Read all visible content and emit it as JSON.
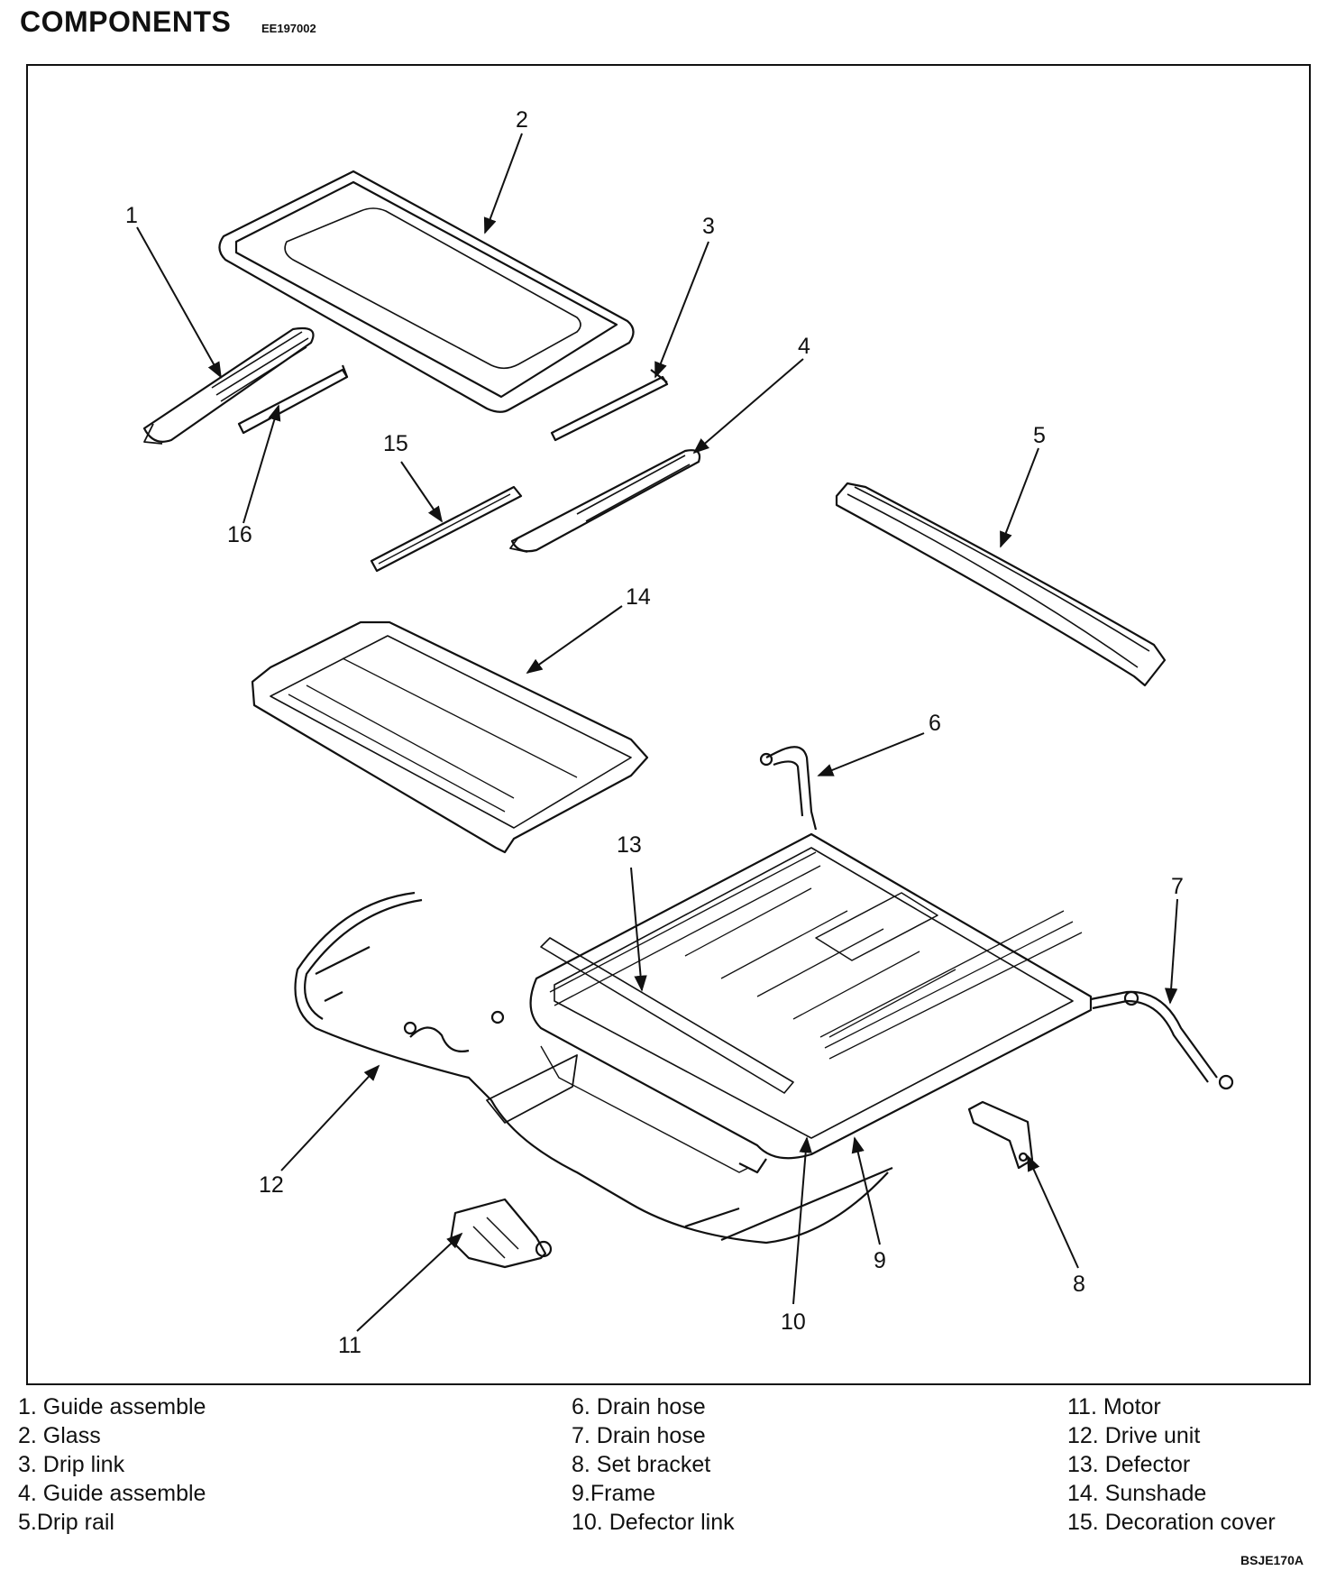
{
  "header": {
    "title": "COMPONENTS",
    "code": "EE197002"
  },
  "callouts": [
    "1",
    "2",
    "3",
    "4",
    "5",
    "6",
    "7",
    "8",
    "9",
    "10",
    "11",
    "12",
    "13",
    "14",
    "15",
    "16"
  ],
  "legend": {
    "col1": [
      "1. Guide assemble",
      "2. Glass",
      "3. Drip link",
      "4. Guide assemble",
      "5.Drip rail"
    ],
    "col2": [
      "6. Drain hose",
      "7. Drain hose",
      "8. Set bracket",
      "9.Frame",
      "10. Defector link"
    ],
    "col3": [
      "11. Motor",
      "12. Drive unit",
      "13. Defector",
      "14. Sunshade",
      "15. Decoration cover"
    ]
  },
  "footer": {
    "code": "BSJE170A"
  }
}
